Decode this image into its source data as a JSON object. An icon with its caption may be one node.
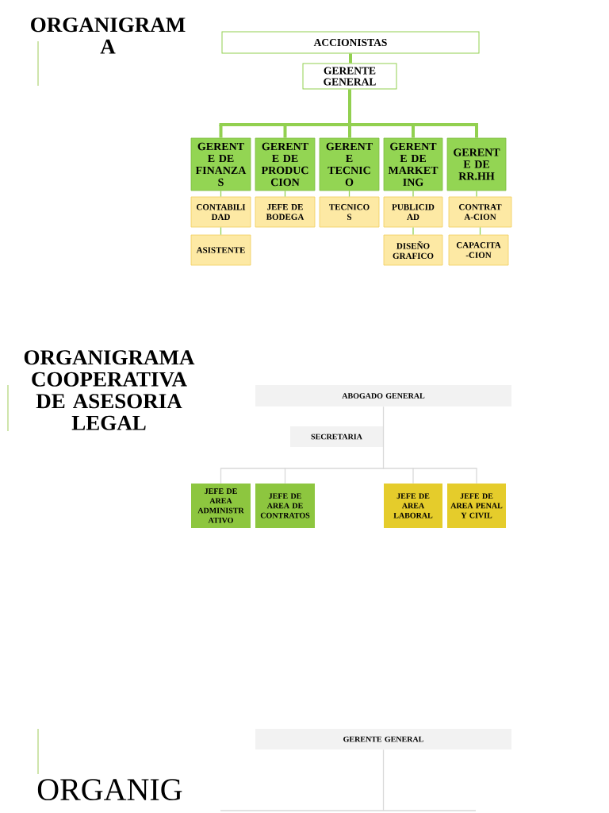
{
  "diagram": {
    "nodes": [
      {
        "text": [
          "ACCIONISTAS"
        ]
      },
      {
        "text": [
          "GERENTE GENERAL"
        ]
      },
      {
        "text": [
          "GERENT E DE FINANZA S"
        ]
      },
      {
        "text": [
          "GERENT E DE PRODUC CION"
        ]
      },
      {
        "text": [
          "GERENT E TECNIC O"
        ]
      },
      {
        "text": [
          "GERENT E DE MARKET ING"
        ]
      },
      {
        "text": [
          "GERENT E DE RR.HH"
        ]
      },
      {
        "text": [
          "CONTABILI DAD"
        ]
      },
      {
        "text": [
          "JEFE DE BODEGA"
        ]
      },
      {
        "text": [
          "TECNICO S"
        ]
      },
      {
        "text": [
          "PUBLICID AD"
        ]
      },
      {
        "text": [
          "CONTRAT A-CION"
        ]
      },
      {
        "text": [
          "ASISTENTE"
        ]
      },
      {
        "text": [
          "DISEÑO GRAFICO"
        ]
      },
      {
        "text": [
          "CAPACITA -CION"
        ]
      },
      {
        "text": [
          "ABOGADO GENERAL"
        ]
      },
      {
        "text": [
          "SECRETARIA"
        ]
      },
      {
        "text": [
          "JEFE DE AREA ADMINISTR ATIVO"
        ]
      },
      {
        "text": [
          "JEFE DE AREA DE CONTRATOS"
        ]
      },
      {
        "text": [
          "JEFE DE AREA LABORAL"
        ]
      },
      {
        "text": [
          "JEFE DE AREA PENAL Y CIVIL"
        ]
      },
      {
        "text": [
          "GERENTE GENERAL"
        ]
      }
    ],
    "edges": [
      {
        "from": 0,
        "to": 1,
        "arrow": "none",
        "style": "thick"
      },
      {
        "from": 1,
        "to": 2,
        "arrow": "none",
        "style": "thick"
      },
      {
        "from": 1,
        "to": 3,
        "arrow": "none",
        "style": "thick"
      },
      {
        "from": 1,
        "to": 4,
        "arrow": "none",
        "style": "thick"
      },
      {
        "from": 1,
        "to": 5,
        "arrow": "none",
        "style": "thick"
      },
      {
        "from": 1,
        "to": 6,
        "arrow": "none",
        "style": "thick"
      },
      {
        "from": 2,
        "to": 7,
        "arrow": "none"
      },
      {
        "from": 3,
        "to": 8,
        "arrow": "none"
      },
      {
        "from": 4,
        "to": 9,
        "arrow": "none"
      },
      {
        "from": 5,
        "to": 10,
        "arrow": "none"
      },
      {
        "from": 6,
        "to": 11,
        "arrow": "none"
      },
      {
        "from": 7,
        "to": 12,
        "arrow": "none"
      },
      {
        "from": 10,
        "to": 13,
        "arrow": "none"
      },
      {
        "from": 11,
        "to": 14,
        "arrow": "none"
      },
      {
        "from": 15,
        "to": 16,
        "arrow": "none",
        "color": "#d9d9d9"
      },
      {
        "from": 15,
        "to": 17,
        "arrow": "none",
        "color": "#d9d9d9"
      },
      {
        "from": 15,
        "to": 18,
        "arrow": "none",
        "color": "#d9d9d9"
      },
      {
        "from": 15,
        "to": 19,
        "arrow": "none",
        "color": "#d9d9d9"
      },
      {
        "from": 15,
        "to": 20,
        "arrow": "none",
        "color": "#d9d9d9"
      },
      {
        "from": 21,
        "to": null,
        "arrow": "none",
        "color": "#d9d9d9"
      }
    ],
    "labels": [
      "ORGANIGRAM A",
      "ORGANIGRAMA COOPERATIVA DE ASESORIA LEGAL",
      "ORGANIG"
    ]
  }
}
